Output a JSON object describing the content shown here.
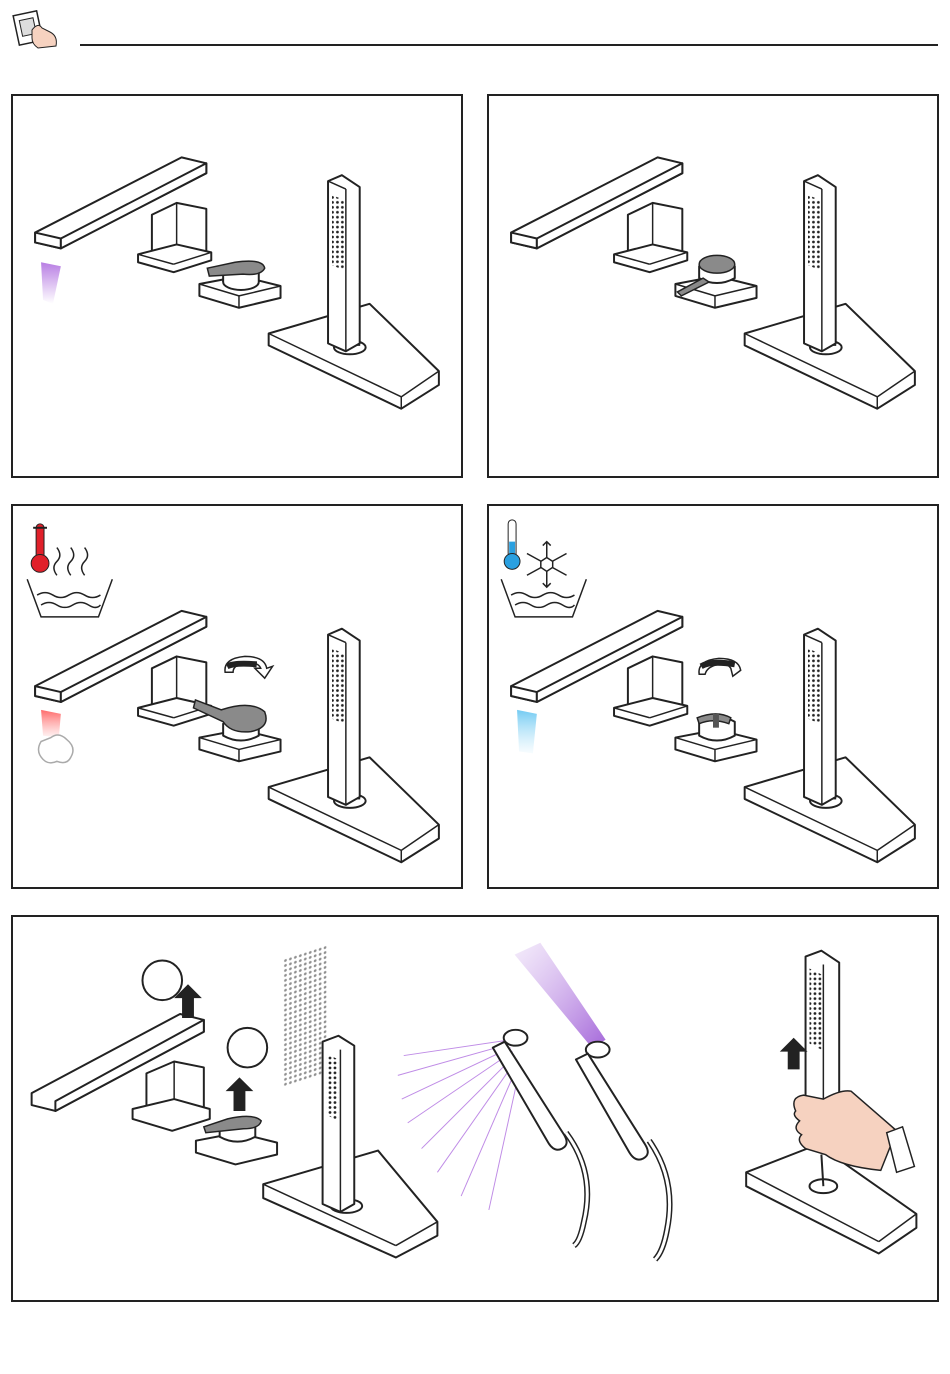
{
  "header": {
    "icon": "hand-press-icon"
  },
  "colors": {
    "line": "#222222",
    "handle": "#8a8a8a",
    "flow_purple": "#b070e0",
    "hot_red": "#e0202a",
    "cold_blue": "#2aa0e0",
    "hot_flow": "#ff6a6a",
    "cold_flow": "#7fd0f5",
    "skin": "#f6d2c0"
  },
  "panels": [
    {
      "id": "p1",
      "icons": [
        "tap-spout-icon",
        "mixer-lever-icon",
        "hand-shower-icon"
      ],
      "state": "water-on"
    },
    {
      "id": "p2",
      "icons": [
        "tap-spout-icon",
        "mixer-lever-icon",
        "hand-shower-icon"
      ],
      "state": "water-off"
    },
    {
      "id": "p3",
      "icons": [
        "thermometer-hot-icon",
        "hot-water-bowl-icon",
        "rotate-arrow-icon"
      ],
      "state": "hot"
    },
    {
      "id": "p4",
      "icons": [
        "thermometer-cold-icon",
        "snowflake-icon",
        "cold-water-bowl-icon",
        "rotate-arrow-icon"
      ],
      "state": "cold"
    },
    {
      "id": "p5",
      "icons": [
        "diverter-up-arrow-icon",
        "spray-pattern-icon",
        "hand-pull-shower-icon"
      ],
      "state": "diverter"
    }
  ]
}
